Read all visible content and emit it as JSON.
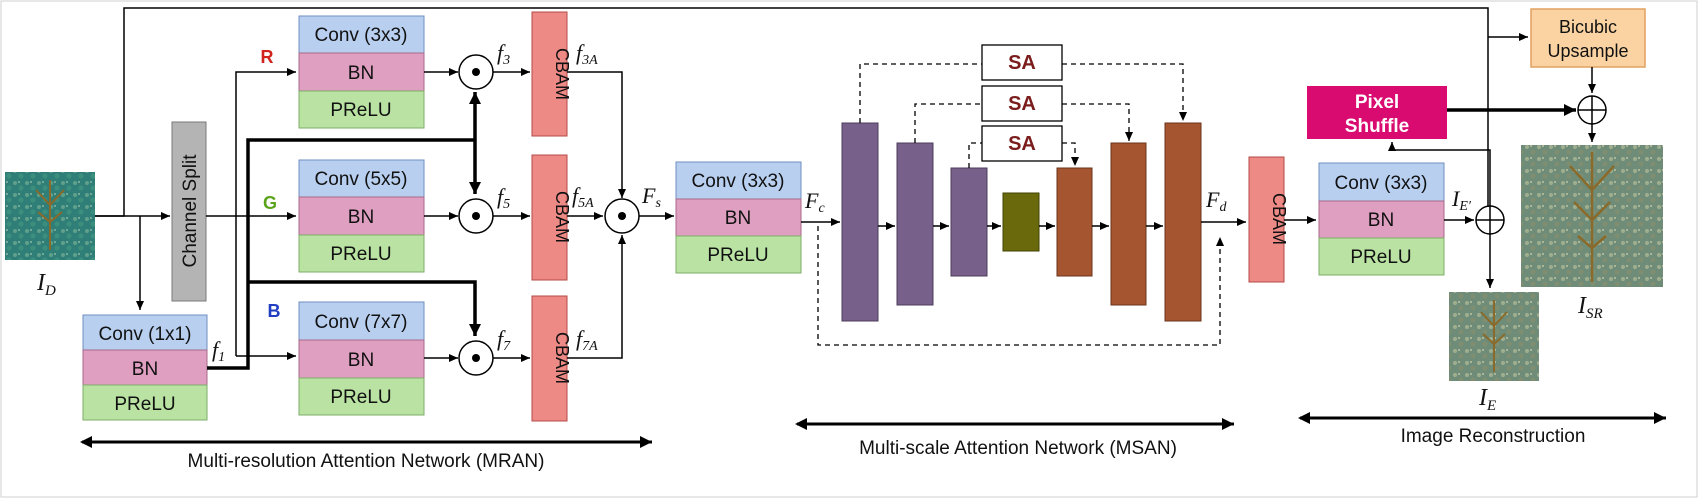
{
  "colors": {
    "conv": "#b8cff0",
    "bn": "#de9fc0",
    "prelu": "#b9e2a3",
    "cbam": "#ee8a86",
    "split": "#b4b4b4",
    "purple": "#776089",
    "olive": "#6a6a0c",
    "brown": "#a55530",
    "pixel_shuffle": "#d90b71",
    "bicubic": "#fbd3a3",
    "red_label": "#d0241c",
    "green_label": "#5aa31a",
    "blue_label": "#1f3ec2"
  },
  "images": {
    "input_label": "I_D",
    "enhanced_label": "I_E",
    "sr_label": "I_SR"
  },
  "split": {
    "label": "Channel Split"
  },
  "branches": {
    "r": "R",
    "g": "G",
    "b": "B"
  },
  "blocks": {
    "conv1x1": "Conv (1x1)",
    "conv3x3": "Conv (3x3)",
    "conv5x5": "Conv (5x5)",
    "conv7x7": "Conv (7x7)",
    "bn": "BN",
    "prelu": "PReLU",
    "cbam": "CBAM",
    "sa": "SA",
    "pixel_shuffle_1": "Pixel",
    "pixel_shuffle_2": "Shuffle",
    "bicubic_1": "Bicubic",
    "bicubic_2": "Upsample",
    "mult": "⊙",
    "plus": "⊕"
  },
  "features": {
    "f1": "f₁",
    "f3": "f₃",
    "f5": "f₅",
    "f7": "f₇",
    "f3a": "f₃A",
    "f5a": "f₅A",
    "f7a": "f₇A",
    "fs": "Fₛ",
    "fc": "F_c",
    "fd": "F_d",
    "ie_prime": "I_E′"
  },
  "sections": {
    "mran": "Multi-resolution Attention Network (MRAN)",
    "msan": "Multi-scale Attention Network (MSAN)",
    "recon": "Image Reconstruction"
  }
}
